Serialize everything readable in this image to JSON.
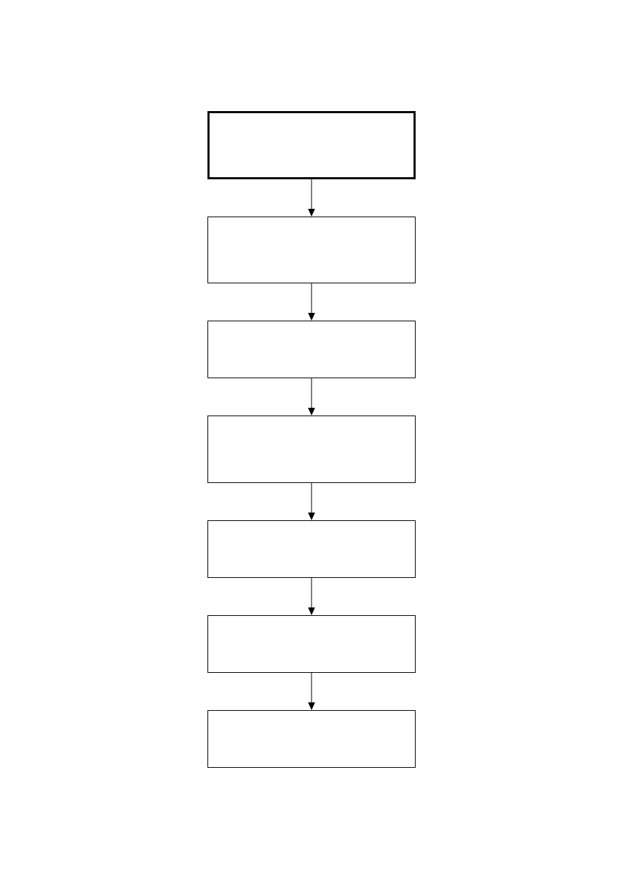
{
  "flowchart": {
    "steps": [
      {
        "id": "step-1",
        "label": "",
        "emphasis": "bold-border"
      },
      {
        "id": "step-2",
        "label": ""
      },
      {
        "id": "step-3",
        "label": ""
      },
      {
        "id": "step-4",
        "label": ""
      },
      {
        "id": "step-5",
        "label": ""
      },
      {
        "id": "step-6",
        "label": ""
      },
      {
        "id": "step-7",
        "label": ""
      }
    ],
    "connections": [
      {
        "from": "step-1",
        "to": "step-2"
      },
      {
        "from": "step-2",
        "to": "step-3"
      },
      {
        "from": "step-3",
        "to": "step-4"
      },
      {
        "from": "step-4",
        "to": "step-5"
      },
      {
        "from": "step-5",
        "to": "step-6"
      },
      {
        "from": "step-6",
        "to": "step-7"
      }
    ],
    "colors": {
      "stroke": "#000000",
      "fill": "#ffffff"
    }
  }
}
